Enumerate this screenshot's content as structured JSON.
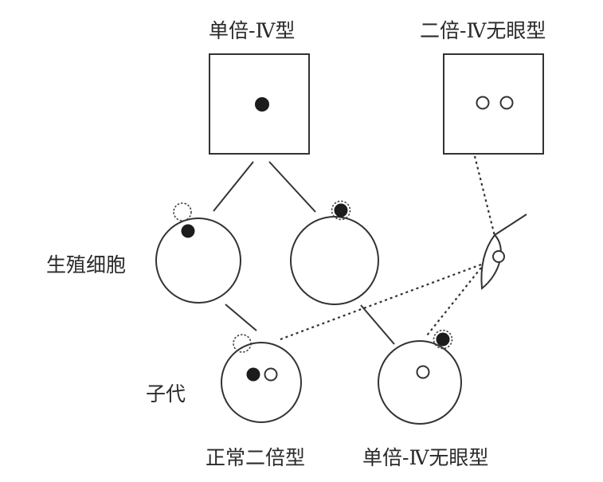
{
  "labels": {
    "haploid_parent": "单倍-Ⅳ型",
    "diploid_parent": "二倍-Ⅳ无眼型",
    "germ_cells": "生殖细胞",
    "offspring": "子代",
    "offspring_normal": "正常二倍型",
    "offspring_eyeless": "单倍-Ⅳ无眼型"
  },
  "legend_semantics": {
    "filled_dot": "chromosome IV (normal allele)",
    "open_dot": "chromosome IV (eyeless allele)",
    "dashed_circle": "missing / lost chromosome IV"
  },
  "colors": {
    "ink": "#333333",
    "fill": "#1c1c1c",
    "background": "#ffffff"
  }
}
